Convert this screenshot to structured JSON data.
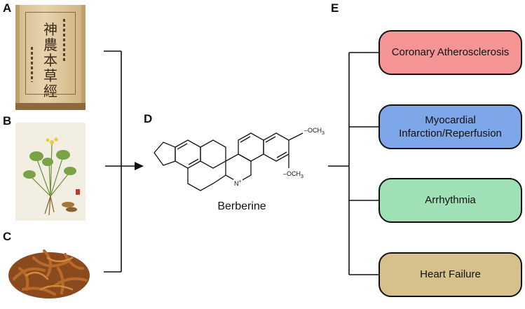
{
  "panels": {
    "A": "A",
    "B": "B",
    "C": "C",
    "D": "D",
    "E": "E"
  },
  "molecule": {
    "name": "Berberine",
    "substituents": [
      "OCH3",
      "OCH3"
    ],
    "nitrogen": "N+"
  },
  "diseases": [
    {
      "label": "Coronary Atherosclerosis",
      "color": "#f49494"
    },
    {
      "label": "Myocardial Infarction/Reperfusion",
      "color": "#7ea7e9"
    },
    {
      "label": "Arrhythmia",
      "color": "#9fe0b7"
    },
    {
      "label": "Heart Failure",
      "color": "#d6c18c"
    }
  ],
  "book": {
    "title_chars": [
      "神",
      "農",
      "本",
      "草",
      "經"
    ]
  },
  "colors": {
    "line": "#111111",
    "paper": "#d9c29a",
    "book_bg": "#c8ab7a",
    "root": "#8b4a1e"
  }
}
